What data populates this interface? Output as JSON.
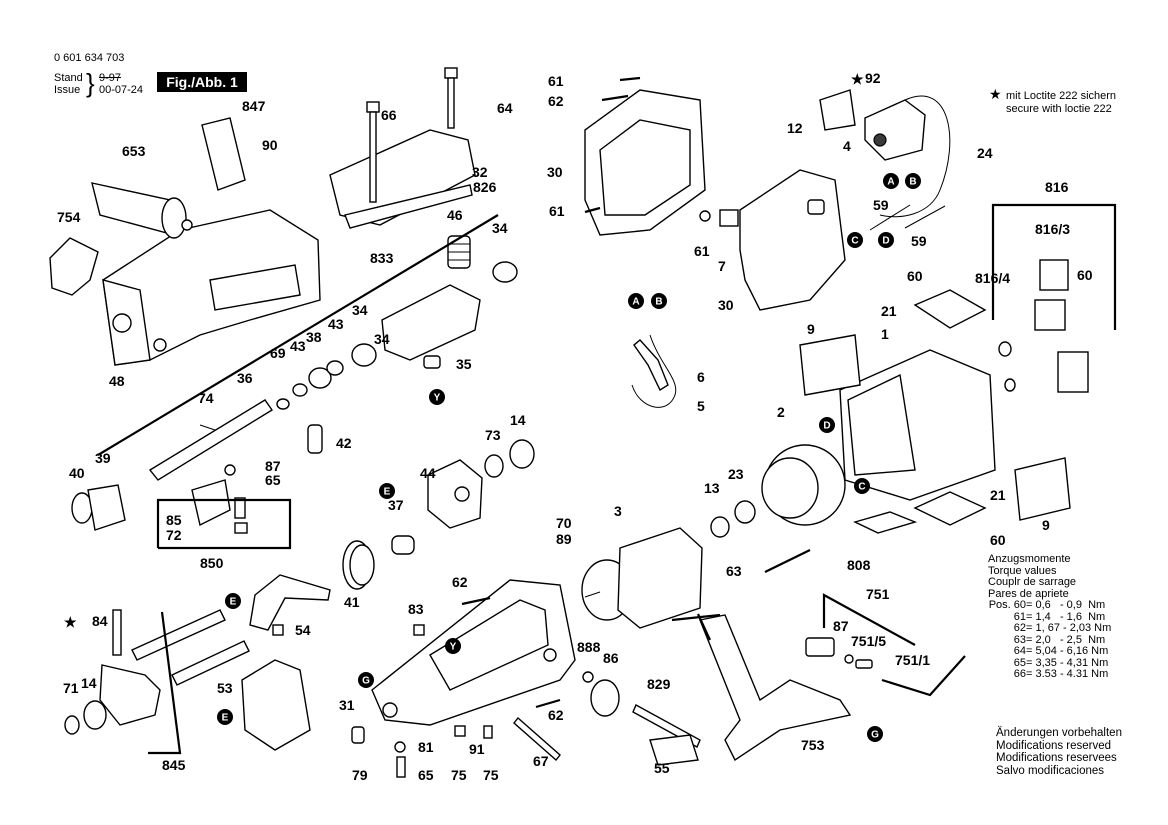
{
  "header": {
    "doc_number": "0 601 634 703",
    "stand_label": "Stand",
    "issue_label": "Issue",
    "old_date": "9-97",
    "new_date": "00-07-24",
    "figure_label": "Fig./Abb. 1"
  },
  "loctite_note": {
    "symbol": "★",
    "line1": "mit Loctite 222 sichern",
    "line2": "secure with loctie 222"
  },
  "torque": {
    "titles": [
      "Anzugsmomente",
      "Torque values",
      "Couplr de sarrage",
      "Pares de apriete"
    ],
    "rows": [
      {
        "pos": "Pos. 60",
        "value": "= 0,6   - 0,9  Nm"
      },
      {
        "pos": "61",
        "value": "= 1,4   - 1,6  Nm"
      },
      {
        "pos": "62",
        "value": "= 1, 67 - 2,03 Nm"
      },
      {
        "pos": "63",
        "value": "= 2,0   - 2,5  Nm"
      },
      {
        "pos": "64",
        "value": "= 5,04 - 6,16 Nm"
      },
      {
        "pos": "65",
        "value": "= 3,35 - 4,31 Nm"
      },
      {
        "pos": "66",
        "value": "= 3.53 - 4.31 Nm"
      }
    ]
  },
  "modifications": [
    "Änderungen vorbehalten",
    "Modifications reserved",
    "Modifications reservees",
    "Salvo modificaciones"
  ],
  "part_labels": [
    "64",
    "66",
    "32",
    "826",
    "847",
    "90",
    "653",
    "754",
    "48",
    "46",
    "34",
    "833",
    "34",
    "43",
    "38",
    "69",
    "43",
    "34",
    "35",
    "74",
    "36",
    "39",
    "40",
    "42",
    "87",
    "65",
    "85",
    "72",
    "850",
    "44",
    "37",
    "73",
    "14",
    "41",
    "70",
    "89",
    "84",
    "71",
    "14",
    "54",
    "53",
    "845",
    "31",
    "79",
    "81",
    "65",
    "83",
    "91",
    "75",
    "75",
    "62",
    "62",
    "67",
    "888",
    "86",
    "829",
    "55",
    "61",
    "62",
    "30",
    "61",
    "12",
    "92",
    "4",
    "24",
    "59",
    "59",
    "61",
    "7",
    "30",
    "816",
    "816/3",
    "816/4",
    "60",
    "21",
    "60",
    "9",
    "1",
    "2",
    "3",
    "13",
    "23",
    "63",
    "808",
    "21",
    "60",
    "9",
    "6",
    "5",
    "751",
    "87",
    "751/5",
    "751/1",
    "753"
  ],
  "callouts": [
    {
      "letter": "A"
    },
    {
      "letter": "B"
    },
    {
      "letter": "C"
    },
    {
      "letter": "D"
    },
    {
      "letter": "A"
    },
    {
      "letter": "B"
    },
    {
      "letter": "D"
    },
    {
      "letter": "C"
    },
    {
      "letter": "E"
    },
    {
      "letter": "E"
    },
    {
      "letter": "E"
    },
    {
      "letter": "G"
    },
    {
      "letter": "G"
    },
    {
      "letter": "Y"
    },
    {
      "letter": "Y"
    }
  ]
}
